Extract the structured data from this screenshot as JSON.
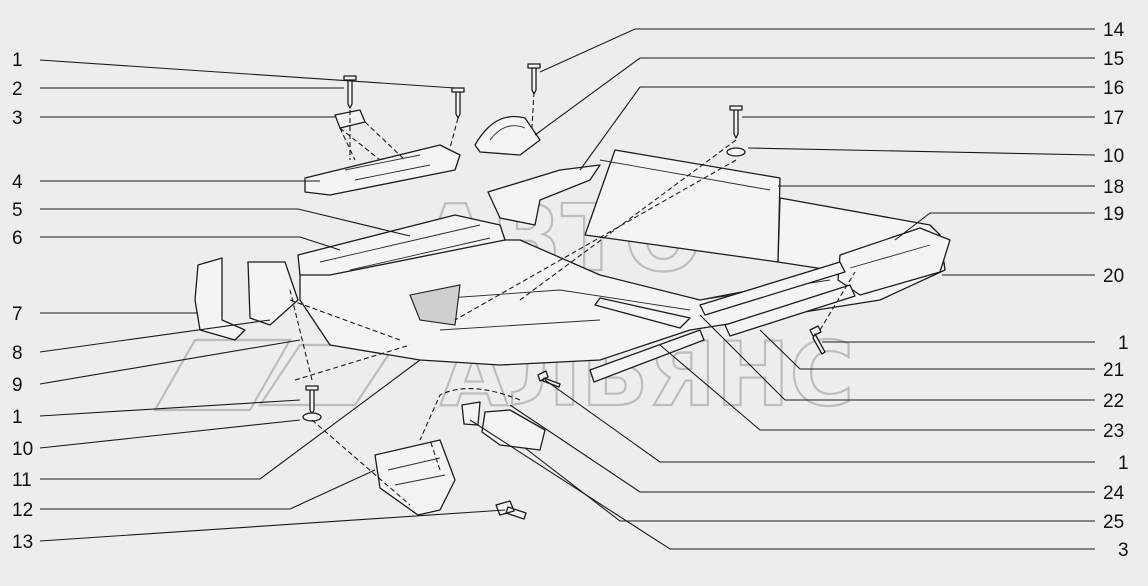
{
  "watermark": {
    "line1": "АВТО",
    "line2": "АЛЬЯНС"
  },
  "callouts": {
    "left": [
      "1",
      "2",
      "3",
      "4",
      "5",
      "6",
      "7",
      "8",
      "9",
      "1",
      "10",
      "11",
      "12",
      "13"
    ],
    "right": [
      "14",
      "15",
      "16",
      "17",
      "10",
      "18",
      "19",
      "20",
      "1",
      "21",
      "22",
      "23",
      "1",
      "24",
      "25",
      "3"
    ]
  },
  "icons": [
    "screw-icon",
    "clip-icon",
    "washer-icon",
    "bracket-icon"
  ]
}
